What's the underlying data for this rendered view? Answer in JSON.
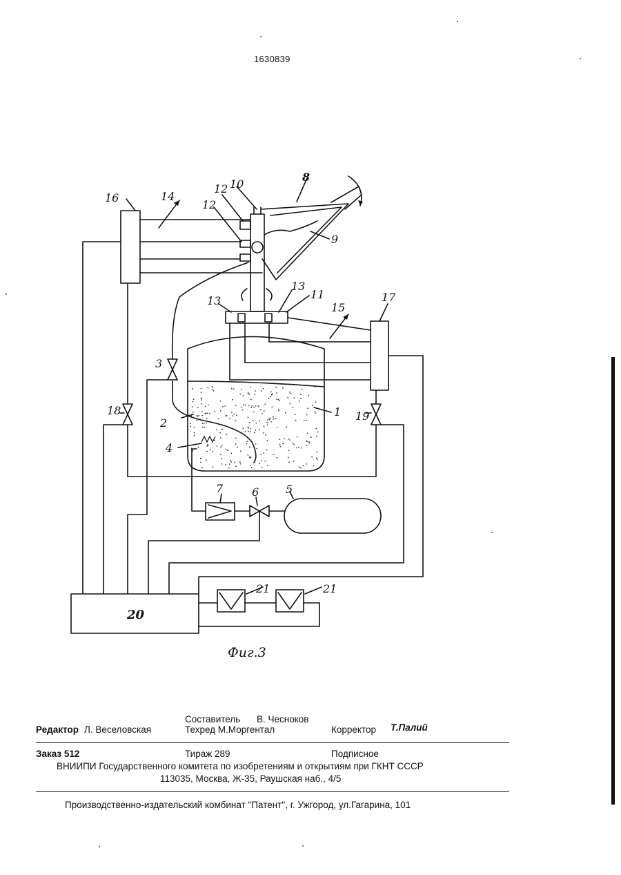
{
  "patent_number": "1630839",
  "figure": {
    "caption": "Фиг.3",
    "labels": {
      "l1": "1",
      "l2": "2",
      "l3": "3",
      "l4": "4",
      "l5": "5",
      "l6": "6",
      "l7": "7",
      "l8": "8",
      "l9": "9",
      "l10": "10",
      "l11": "11",
      "l12a": "12",
      "l12b": "12",
      "l13a": "13",
      "l13b": "13",
      "l14": "14",
      "l15": "15",
      "l16": "16",
      "l17": "17",
      "l18": "18",
      "l19": "19",
      "l20": "20",
      "l21a": "21",
      "l21b": "21"
    }
  },
  "imprint": {
    "compiler_label": "Составитель",
    "compiler_name": "В. Чесноков",
    "editor_label": "Редактор",
    "editor_name": "Л. Веселовская",
    "techred": "Техред М.Моргентал",
    "corrector_label": "Корректор",
    "corrector_name": "Т.Палий",
    "order": "Заказ 512",
    "circulation": "Тираж 289",
    "subscription": "Подписное",
    "org_line": "ВНИИПИ Государственного комитета по изобретениям и открытиям при ГКНТ СССР",
    "address_line": "113035, Москва, Ж-35, Раушская наб., 4/5",
    "printer_line": "Производственно-издательский комбинат \"Патент\", г. Ужгород, ул.Гагарина, 101"
  }
}
